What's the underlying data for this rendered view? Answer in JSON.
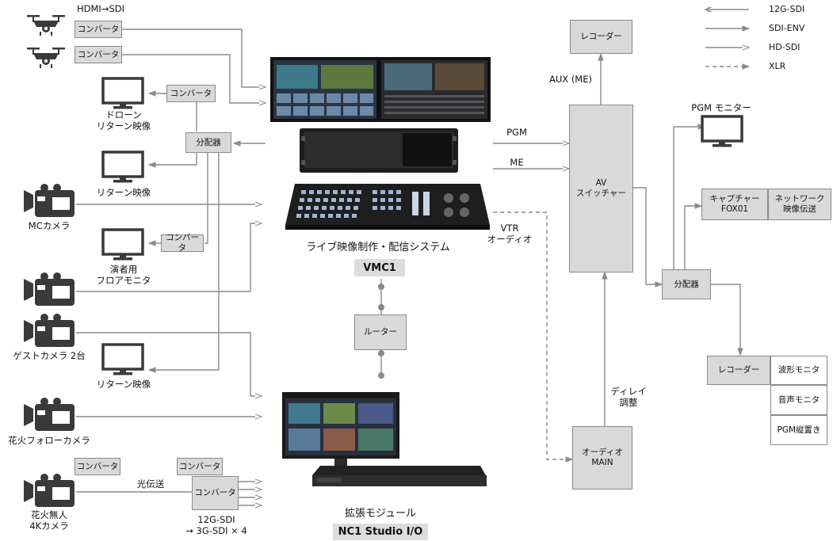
{
  "labels": {
    "hdmi_sdi": "HDMI→SDI",
    "drone_return": "ドローン\nリターン映像",
    "return_video_1": "リターン映像",
    "mc_camera": "MCカメラ",
    "floor_monitor": "演者用\nフロアモニタ",
    "guest_camera": "ゲストカメラ 2台",
    "return_video_2": "リターン映像",
    "fireworks_follow": "花火フォローカメラ",
    "fireworks_4k": "花火無人\n4Kカメラ",
    "optical": "光伝送",
    "conv_note": "12G-SDI\n→ 3G-SDI × 4",
    "vmc_caption": "ライブ映像制作・配信システム",
    "vmc_name": "VMC1",
    "nc1_caption": "拡張モジュール",
    "nc1_name": "NC1 Studio I/O",
    "pgm": "PGM",
    "me": "ME",
    "vtr_audio": "VTR\nオーディオ",
    "aux_me": "AUX (ME)",
    "pgm_monitor": "PGM モニター",
    "delay_adjust": "ディレイ\n調整"
  },
  "boxes": {
    "converter": "コンバータ",
    "distributor": "分配器",
    "router": "ルーター",
    "recorder": "レコーダー",
    "av_switcher": "AV\nスイッチャー",
    "audio_main": "オーディオ\nMAIN",
    "capture": "キャプチャー\nFOX01",
    "network": "ネットワーク\n映像伝送",
    "waveform": "波形モニタ",
    "audio_monitor": "音声モニタ",
    "pgm_vertical": "PGM縦置き"
  },
  "legend": {
    "sdi12g": "12G-SDI",
    "sdienv": "SDI-ENV",
    "hdsdi": "HD-SDI",
    "xlr": "XLR"
  },
  "colors": {
    "line": "#8a8a8a",
    "box_fill": "#d9d9d9",
    "icon": "#3a3a3a"
  }
}
